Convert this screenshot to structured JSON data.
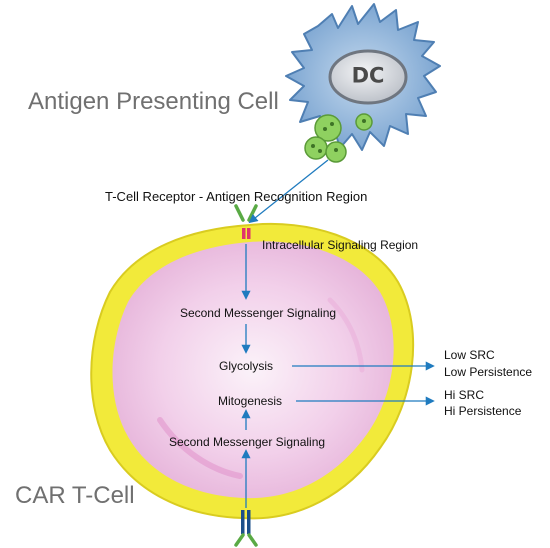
{
  "labels": {
    "apc": "Antigen Presenting Cell",
    "car_tcell": "CAR T-Cell",
    "dc": "DC",
    "tcr_region": "T-Cell Receptor - Antigen Recognition Region",
    "intracellular_region": "Intracellular Signaling Region",
    "second_messenger_top": "Second Messenger Signaling",
    "glycolysis": "Glycolysis",
    "mitogenesis": "Mitogenesis",
    "second_messenger_bottom": "Second Messenger Signaling"
  },
  "outcomes": {
    "low": {
      "line1": "Low SRC",
      "line2": "Low Persistence"
    },
    "hi": {
      "line1": "Hi SRC",
      "line2": "Hi Persistence"
    }
  },
  "colors": {
    "arrow": "#1f7bbf",
    "apc_body": "#8fb4dc",
    "nucleus": "#d9dde3",
    "antigen": "#7dc451",
    "receptor_arm": "#5aaa45",
    "receptor_stem_top": "#e0336b",
    "receptor_stem_bottom": "#1b4f8a",
    "membrane": "#f2ea3a",
    "cytoplasm": "#f4d8ee"
  }
}
